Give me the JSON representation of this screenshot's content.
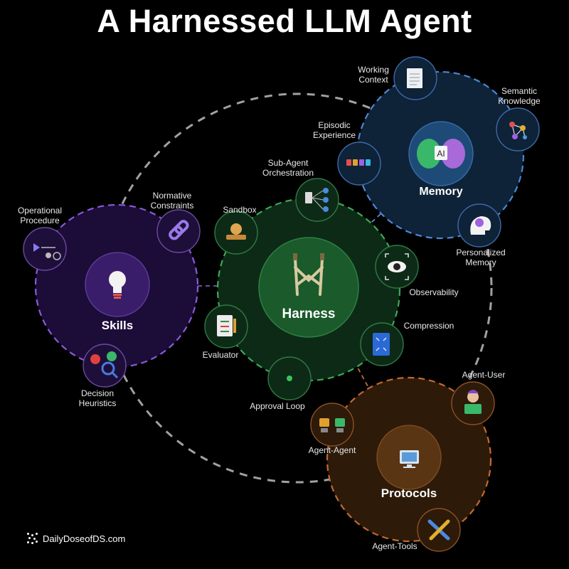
{
  "title": "A Harnessed LLM Agent",
  "colors": {
    "skills": "#7b4bd6",
    "harness": "#2f9a4a",
    "memory": "#3f78c8",
    "protocols": "#b0612f",
    "outer_ring": "#bdbdbd"
  },
  "hubs": {
    "skills": "Skills",
    "harness": "Harness",
    "memory": "Memory",
    "protocols": "Protocols"
  },
  "memory_chip": "AI",
  "nodes": {
    "operational_procedure": "Operational\nProcedure",
    "normative_constraints": "Normative\nConstraints",
    "decision_heuristics": "Decision\nHeuristics",
    "sandbox": "Sandbox",
    "sub_agent_orchestration": "Sub-Agent\nOrchestration",
    "observability": "Observability",
    "compression": "Compression",
    "evaluator": "Evaluator",
    "approval_loop": "Approval Loop",
    "working_context": "Working\nContext",
    "semantic_knowledge": "Semantic\nKnowledge",
    "episodic_experience": "Episodic\nExperience",
    "personalized_memory": "Personalized\nMemory",
    "agent_user": "Agent-User",
    "agent_agent": "Agent-Agent",
    "agent_tools": "Agent-Tools"
  },
  "footer": "DailyDoseofDS.com"
}
